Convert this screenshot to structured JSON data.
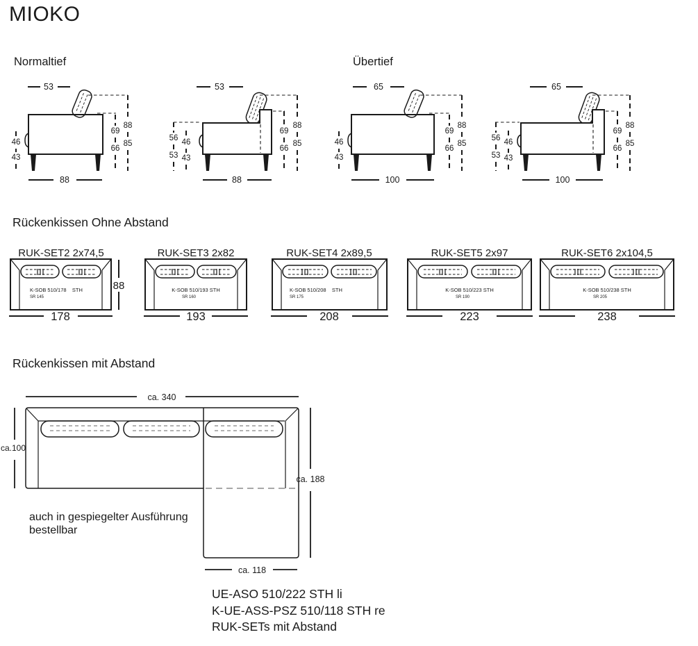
{
  "title": "MIOKO",
  "sections": {
    "normaltief": "Normaltief",
    "uebertief": "Übertief",
    "ruk_ohne_heading": "Rückenkissen Ohne Abstand",
    "ruk_mit_heading": "Rückenkissen mit Abstand"
  },
  "sideviews": [
    {
      "top_width": "53",
      "bottom_width": "88",
      "left_upper": "46",
      "left_lower": "43",
      "right_inner_upper": "69",
      "right_inner_lower": "66",
      "right_outer_upper": "88",
      "right_outer_lower": "85"
    },
    {
      "top_width": "53",
      "bottom_width": "88",
      "left_outer_upper": "56",
      "left_outer_lower": "53",
      "left_inner_upper": "46",
      "left_inner_lower": "43",
      "right_inner_upper": "69",
      "right_inner_lower": "66",
      "right_outer_upper": "88",
      "right_outer_lower": "85"
    },
    {
      "top_width": "65",
      "bottom_width": "100",
      "left_upper": "46",
      "left_lower": "43",
      "right_inner_upper": "69",
      "right_inner_lower": "66",
      "right_outer_upper": "88",
      "right_outer_lower": "85"
    },
    {
      "top_width": "65",
      "bottom_width": "100",
      "left_outer_upper": "56",
      "left_outer_lower": "53",
      "left_inner_upper": "46",
      "left_inner_lower": "43",
      "right_inner_upper": "69",
      "right_inner_lower": "66",
      "right_outer_upper": "88",
      "right_outer_lower": "85"
    }
  ],
  "ruk_sets": [
    {
      "title": "RUK-SET2 2x74,5",
      "label": "K-SOB 510/178    STH",
      "sr": "SR 145",
      "width": "178",
      "height": "88"
    },
    {
      "title": "RUK-SET3 2x82",
      "label": "K-SOB 510/193 STH",
      "sr": "SR 160",
      "width": "193"
    },
    {
      "title": "RUK-SET4 2x89,5",
      "label": "K-SOB 510/208    STH",
      "sr": "SR 175",
      "width": "208"
    },
    {
      "title": "RUK-SET5 2x97",
      "label": "K-SOB 510/223 STH",
      "sr": "SR 190",
      "width": "223"
    },
    {
      "title": "RUK-SET6 2x104,5",
      "label": "K-SOB 510/238 STH",
      "sr": "SR 205",
      "width": "238"
    }
  ],
  "corner_sofa": {
    "dim_top": "ca. 340",
    "dim_left": "ca.100",
    "dim_right": "ca. 188",
    "dim_bottom": "ca. 118",
    "note_line1": "auch in gespiegelter Ausführung",
    "note_line2": "bestellbar"
  },
  "footer": {
    "line1": "UE-ASO 510/222 STH li",
    "line2": "K-UE-ASS-PSZ 510/118 STH re",
    "line3": "RUK-SETs mit Abstand"
  },
  "colors": {
    "ink": "#1a1a1a",
    "background": "#ffffff"
  }
}
